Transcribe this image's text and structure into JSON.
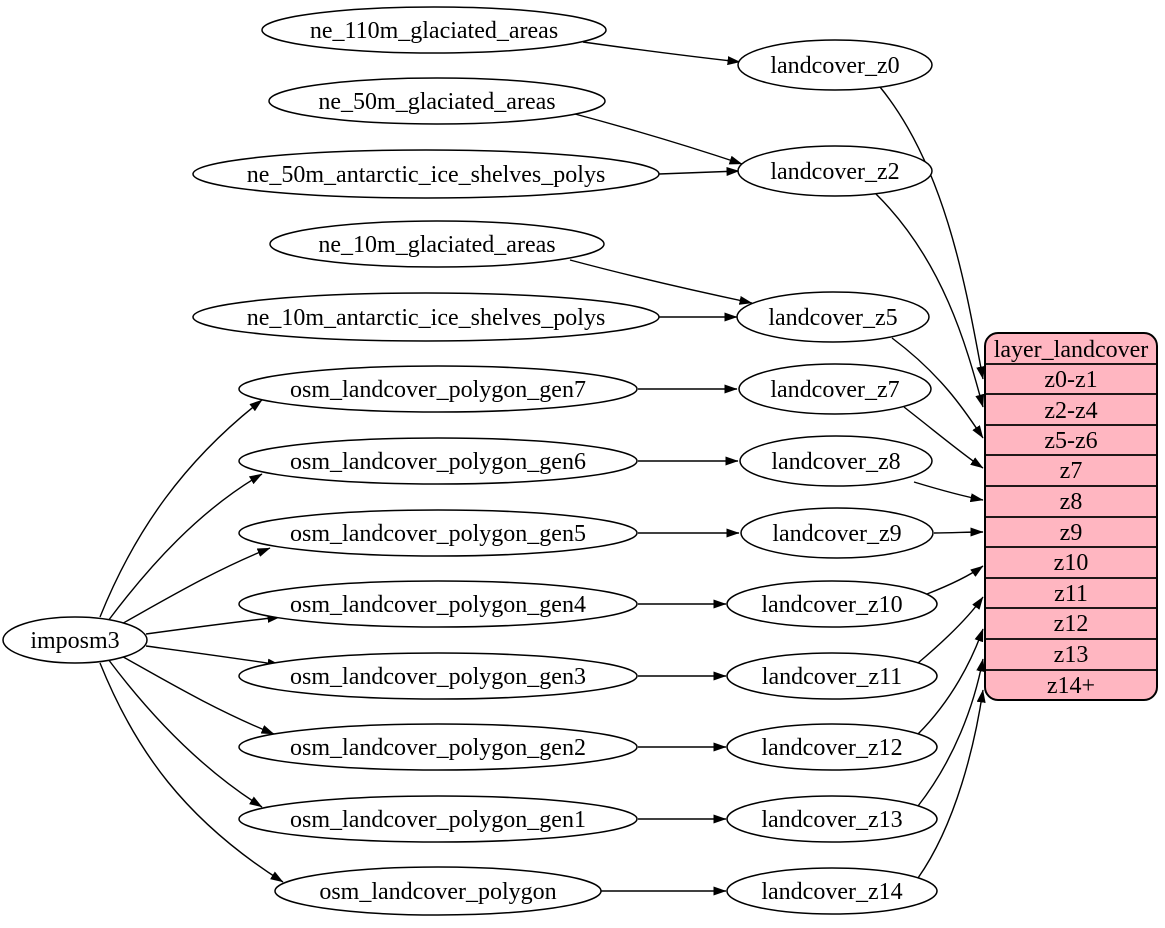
{
  "diagram": {
    "kind": "dependency-graph",
    "background": "#ffffff",
    "edge_color": "#000000",
    "node_fill": "#ffffff",
    "node_stroke": "#000000",
    "root": {
      "label": "imposm3"
    },
    "sources": [
      {
        "label": "ne_110m_glaciated_areas"
      },
      {
        "label": "ne_50m_glaciated_areas"
      },
      {
        "label": "ne_50m_antarctic_ice_shelves_polys"
      },
      {
        "label": "ne_10m_glaciated_areas"
      },
      {
        "label": "ne_10m_antarctic_ice_shelves_polys"
      },
      {
        "label": "osm_landcover_polygon_gen7"
      },
      {
        "label": "osm_landcover_polygon_gen6"
      },
      {
        "label": "osm_landcover_polygon_gen5"
      },
      {
        "label": "osm_landcover_polygon_gen4"
      },
      {
        "label": "osm_landcover_polygon_gen3"
      },
      {
        "label": "osm_landcover_polygon_gen2"
      },
      {
        "label": "osm_landcover_polygon_gen1"
      },
      {
        "label": "osm_landcover_polygon"
      }
    ],
    "intermediates": [
      {
        "label": "landcover_z0"
      },
      {
        "label": "landcover_z2"
      },
      {
        "label": "landcover_z5"
      },
      {
        "label": "landcover_z7"
      },
      {
        "label": "landcover_z8"
      },
      {
        "label": "landcover_z9"
      },
      {
        "label": "landcover_z10"
      },
      {
        "label": "landcover_z11"
      },
      {
        "label": "landcover_z12"
      },
      {
        "label": "landcover_z13"
      },
      {
        "label": "landcover_z14"
      }
    ],
    "table": {
      "title": "layer_landcover",
      "fill": "#ffb6c1",
      "rows": [
        "z0-z1",
        "z2-z4",
        "z5-z6",
        "z7",
        "z8",
        "z9",
        "z10",
        "z11",
        "z12",
        "z13",
        "z14+"
      ]
    },
    "edges": [
      {
        "from": "ne_110m_glaciated_areas",
        "to": "landcover_z0"
      },
      {
        "from": "ne_50m_glaciated_areas",
        "to": "landcover_z2"
      },
      {
        "from": "ne_50m_antarctic_ice_shelves_polys",
        "to": "landcover_z2"
      },
      {
        "from": "ne_10m_glaciated_areas",
        "to": "landcover_z5"
      },
      {
        "from": "ne_10m_antarctic_ice_shelves_polys",
        "to": "landcover_z5"
      },
      {
        "from": "imposm3",
        "to": "osm_landcover_polygon_gen7"
      },
      {
        "from": "imposm3",
        "to": "osm_landcover_polygon_gen6"
      },
      {
        "from": "imposm3",
        "to": "osm_landcover_polygon_gen5"
      },
      {
        "from": "imposm3",
        "to": "osm_landcover_polygon_gen4"
      },
      {
        "from": "imposm3",
        "to": "osm_landcover_polygon_gen3"
      },
      {
        "from": "imposm3",
        "to": "osm_landcover_polygon_gen2"
      },
      {
        "from": "imposm3",
        "to": "osm_landcover_polygon_gen1"
      },
      {
        "from": "imposm3",
        "to": "osm_landcover_polygon"
      },
      {
        "from": "osm_landcover_polygon_gen7",
        "to": "landcover_z7"
      },
      {
        "from": "osm_landcover_polygon_gen6",
        "to": "landcover_z8"
      },
      {
        "from": "osm_landcover_polygon_gen5",
        "to": "landcover_z9"
      },
      {
        "from": "osm_landcover_polygon_gen4",
        "to": "landcover_z10"
      },
      {
        "from": "osm_landcover_polygon_gen3",
        "to": "landcover_z11"
      },
      {
        "from": "osm_landcover_polygon_gen2",
        "to": "landcover_z12"
      },
      {
        "from": "osm_landcover_polygon_gen1",
        "to": "landcover_z13"
      },
      {
        "from": "osm_landcover_polygon",
        "to": "landcover_z14"
      },
      {
        "from": "landcover_z0",
        "to": "layer_landcover.z0-z1"
      },
      {
        "from": "landcover_z2",
        "to": "layer_landcover.z2-z4"
      },
      {
        "from": "landcover_z5",
        "to": "layer_landcover.z5-z6"
      },
      {
        "from": "landcover_z7",
        "to": "layer_landcover.z7"
      },
      {
        "from": "landcover_z8",
        "to": "layer_landcover.z8"
      },
      {
        "from": "landcover_z9",
        "to": "layer_landcover.z9"
      },
      {
        "from": "landcover_z10",
        "to": "layer_landcover.z10"
      },
      {
        "from": "landcover_z11",
        "to": "layer_landcover.z11"
      },
      {
        "from": "landcover_z12",
        "to": "layer_landcover.z12"
      },
      {
        "from": "landcover_z13",
        "to": "layer_landcover.z13"
      },
      {
        "from": "landcover_z14",
        "to": "layer_landcover.z14+"
      }
    ]
  }
}
